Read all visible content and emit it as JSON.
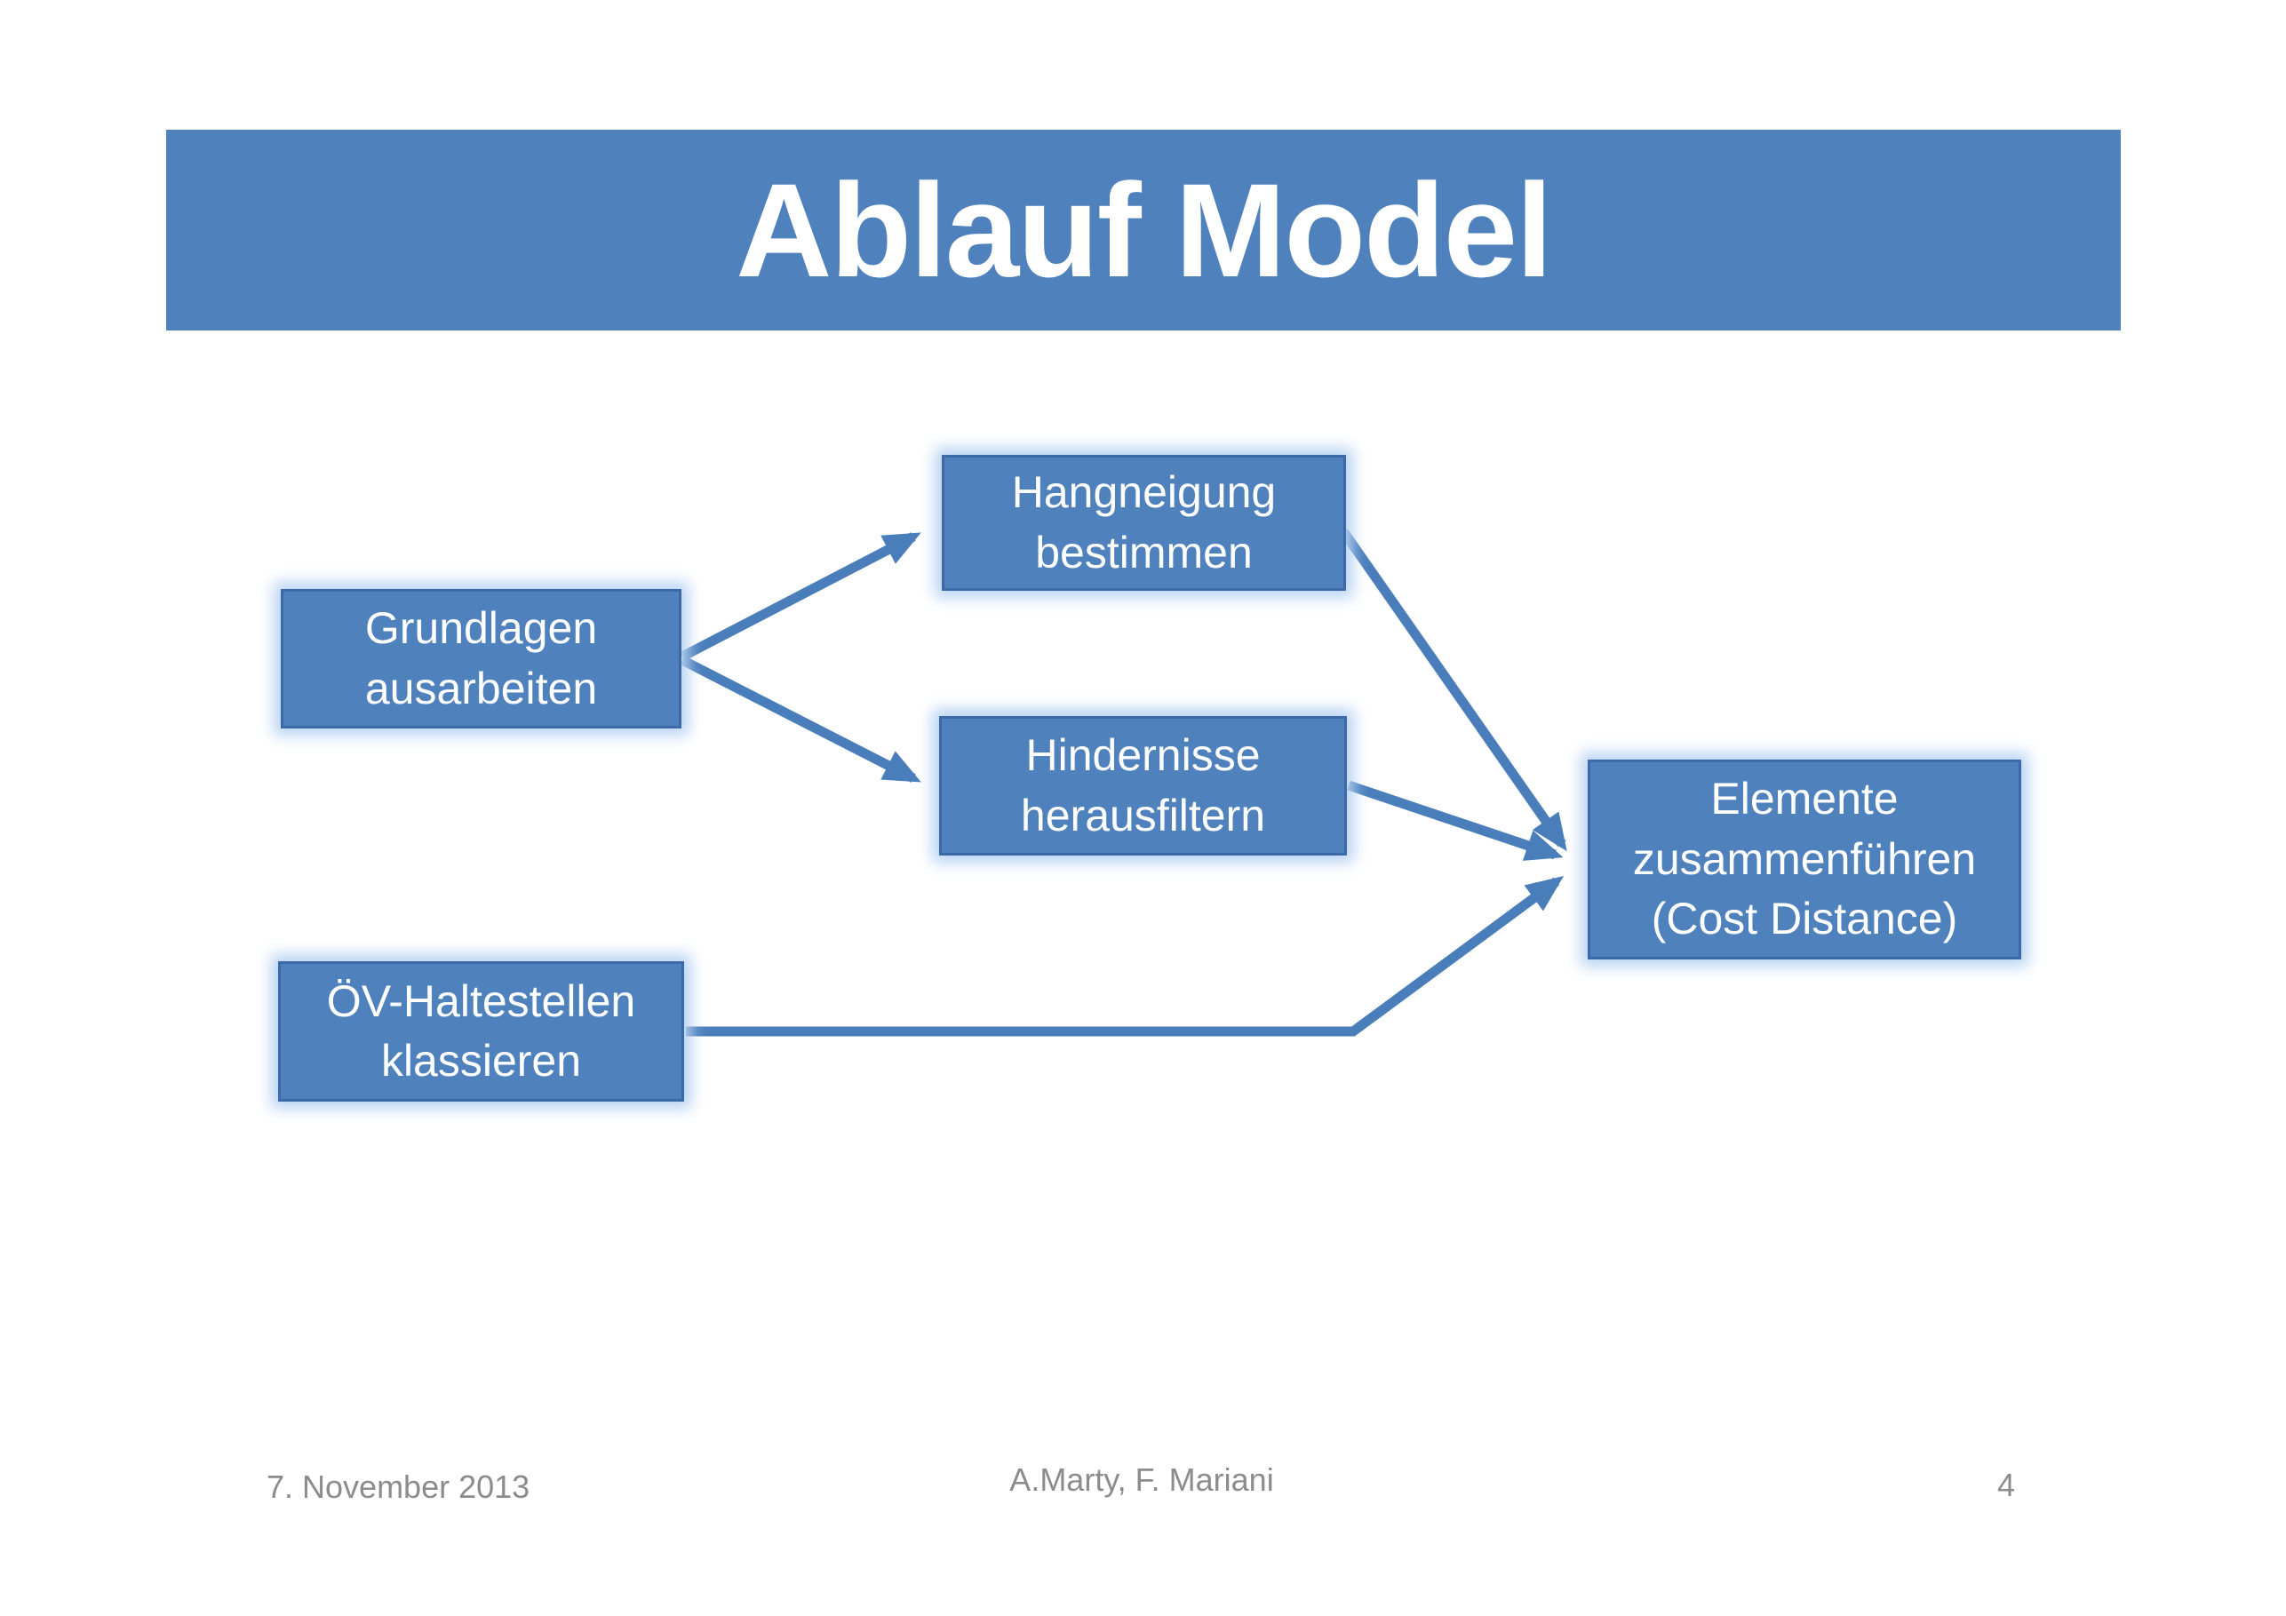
{
  "slide": {
    "title": "Ablauf Model",
    "footer": {
      "date": "7. November 2013",
      "authors": "A.Marty, F. Mariani",
      "page_number": "4"
    },
    "colors": {
      "accent_blue": "#4f81bd",
      "node_border": "#3c69a7",
      "glow": "#b9d3f2",
      "arrow": "#4a7ebb",
      "footer_text": "#8c8c8c",
      "title_text": "#ffffff"
    }
  },
  "diagram": {
    "nodes": [
      {
        "id": "grundlagen",
        "label": "Grundlagen ausarbeiten",
        "lines": [
          "Grundlagen",
          "ausarbeiten"
        ]
      },
      {
        "id": "hangneigung",
        "label": "Hangneigung bestimmen",
        "lines": [
          "Hangneigung",
          "bestimmen"
        ]
      },
      {
        "id": "hindernisse",
        "label": "Hindernisse herausfiltern",
        "lines": [
          "Hindernisse",
          "herausfiltern"
        ]
      },
      {
        "id": "oev",
        "label": "ÖV-Haltestellen klassieren",
        "lines": [
          "ÖV-Haltestellen",
          "klassieren"
        ]
      },
      {
        "id": "elemente",
        "label": "Elemente zusammenführen (Cost Distance)",
        "lines": [
          "Elemente",
          "zusammenführen",
          "(Cost Distance)"
        ]
      }
    ],
    "edges": [
      {
        "from": "grundlagen",
        "to": "hangneigung"
      },
      {
        "from": "grundlagen",
        "to": "hindernisse"
      },
      {
        "from": "hangneigung",
        "to": "elemente"
      },
      {
        "from": "hindernisse",
        "to": "elemente"
      },
      {
        "from": "oev",
        "to": "elemente"
      }
    ]
  }
}
